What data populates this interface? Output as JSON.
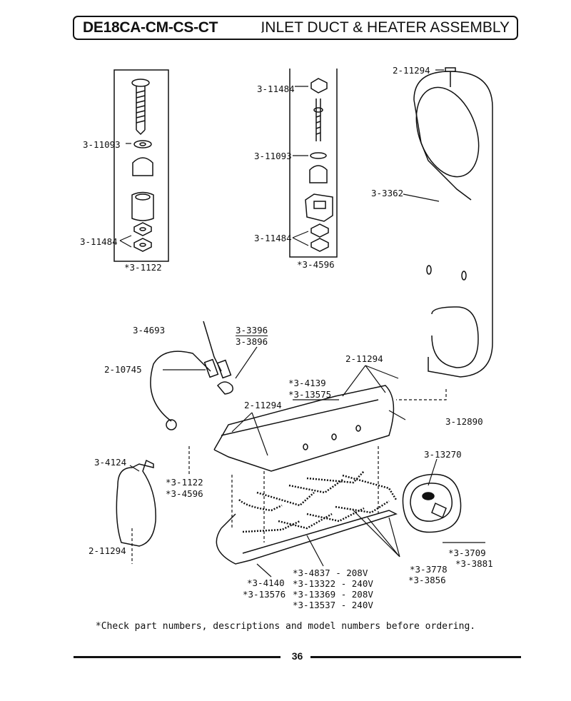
{
  "header": {
    "model": "DE18CA-CM-CS-CT",
    "title": "INLET DUCT & HEATER ASSEMBLY"
  },
  "labels": {
    "l1": "3-11093",
    "l2": "3-11484",
    "l3": "*3-1122",
    "l4": "3-11484",
    "l5": "3-11093",
    "l6": "3-11484",
    "l7": "*3-4596",
    "l8": "2-11294",
    "l9": "3-3362",
    "l10": "3-4693",
    "l11": "3-3396",
    "l12": "3-3896",
    "l13": "2-10745",
    "l14": "2-11294",
    "l15": "*3-4139",
    "l16": "*3-13575",
    "l17": "2-11294",
    "l18": "3-12890",
    "l19": "3-13270",
    "l20": "3-4124",
    "l21": "*3-1122",
    "l22": "*3-4596",
    "l23": "2-11294",
    "l24": "*3-3709",
    "l25": "*3-3881",
    "l26": "*3-4837 - 208V",
    "l27": "*3-13322 - 240V",
    "l28": "*3-13369 - 208V",
    "l29": "*3-13537 - 240V",
    "l30": "*3-4140",
    "l31": "*3-13576",
    "l32": "*3-3778",
    "l33": "*3-3856"
  },
  "note": "*Check part numbers, descriptions and model numbers before ordering.",
  "page_number": "36"
}
